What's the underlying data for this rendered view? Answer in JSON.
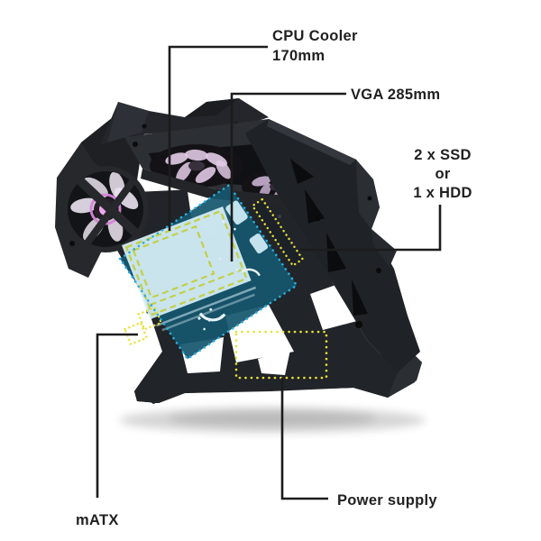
{
  "callouts": {
    "cpu_cooler": {
      "line1": "CPU Cooler",
      "line2": "170mm"
    },
    "vga": {
      "label": "VGA 285mm"
    },
    "storage": {
      "line1": "2 x SSD",
      "line2": "or",
      "line3": "1 x HDD"
    },
    "power_supply": {
      "label": "Power supply"
    },
    "matx": {
      "label": "mATX"
    }
  },
  "colors": {
    "background": "#ffffff",
    "label_text": "#212121",
    "annotation_line": "#1c1c1c",
    "case_body": "#26282c",
    "case_panel_dark": "#1f2226",
    "case_facet_light": "#2d3036",
    "case_cutout": "#0b0c0e",
    "highlight_dot_blue": "#2aaede",
    "highlight_dot_yellow": "#e8e136",
    "motherboard_fill": "#d7eff7",
    "motherboard_dash": "#c3cf45",
    "vga_fill": "#15566e",
    "fan_rgb_glow": "#d584d8",
    "fan_blade_pale": "#eae3ef"
  }
}
